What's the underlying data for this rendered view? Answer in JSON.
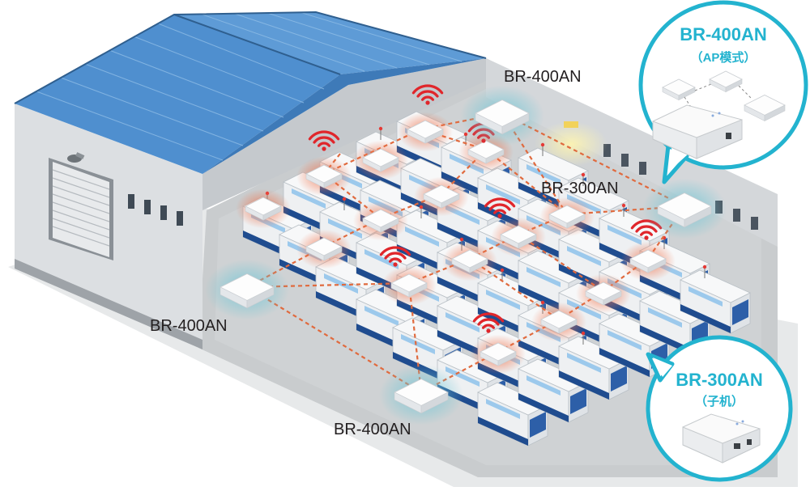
{
  "labels": {
    "top_center": "BR-400AN",
    "middle_right": "BR-300AN",
    "left": "BR-400AN",
    "bottom": "BR-400AN"
  },
  "callouts": {
    "ap": {
      "title": "BR-400AN",
      "subtitle": "（AP模式）"
    },
    "client": {
      "title": "BR-300AN",
      "subtitle": "（子机）"
    }
  },
  "colors": {
    "roof": "#4f8fcf",
    "wall": "#d7dadd",
    "floor": "#c9ccce",
    "link": "#e06a3e",
    "wifi": "#e0262b",
    "callout_ring": "#23b3cf",
    "access_point_glow": "#6cc6d6",
    "client_glow": "#f0734c"
  }
}
